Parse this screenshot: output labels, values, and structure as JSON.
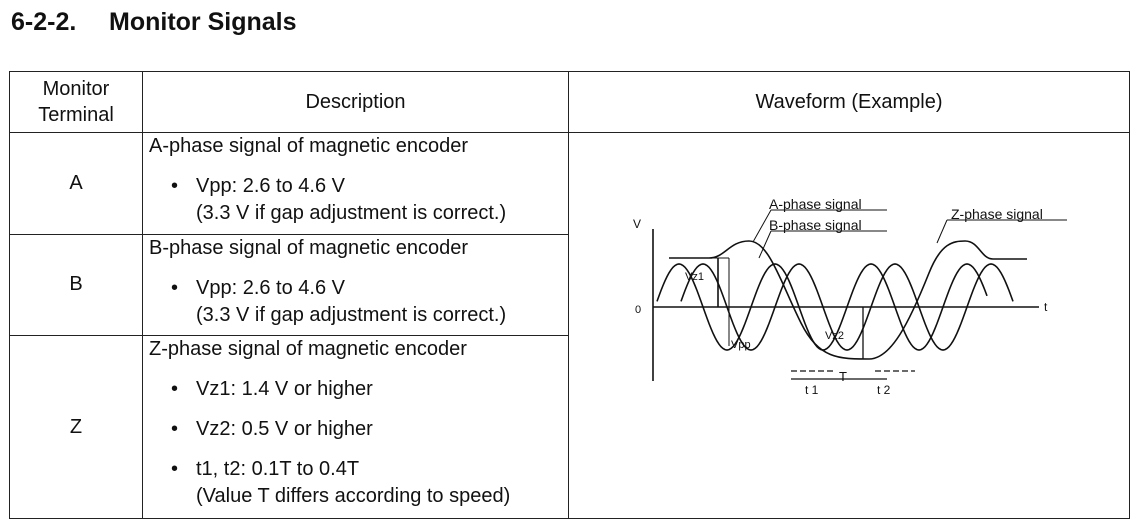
{
  "heading": {
    "number": "6-2-2.",
    "title": "Monitor Signals"
  },
  "table": {
    "headers": {
      "terminal": "Monitor\nTerminal",
      "description": "Description",
      "waveform": "Waveform (Example)"
    },
    "rows": [
      {
        "terminal": "A",
        "title": "A-phase signal of magnetic encoder",
        "bullets": [
          {
            "line1": "Vpp: 2.6 to 4.6 V",
            "line2": "(3.3 V if gap adjustment is correct.)"
          }
        ]
      },
      {
        "terminal": "B",
        "title": "B-phase signal of magnetic encoder",
        "bullets": [
          {
            "line1": "Vpp: 2.6 to 4.6 V",
            "line2": "(3.3 V if gap adjustment is correct.)"
          }
        ]
      },
      {
        "terminal": "Z",
        "title": "Z-phase signal of magnetic encoder",
        "bullets": [
          {
            "line1": "Vz1: 1.4 V or higher"
          },
          {
            "line1": "Vz2: 0.5 V or higher"
          },
          {
            "line1": "t1, t2: 0.1T to 0.4T",
            "line2": "(Value T differs according to speed)"
          }
        ]
      }
    ]
  },
  "waveform": {
    "labels": {
      "a_phase": "A-phase signal",
      "b_phase": "B-phase signal",
      "z_phase": "Z-phase signal",
      "y_axis": "V",
      "x_axis": "t",
      "zero": "0",
      "vz1": "Vz1",
      "vpp": "Vpp",
      "vz2": "Vz2",
      "period": "T",
      "t1": "t 1",
      "t2": "t 2"
    }
  }
}
